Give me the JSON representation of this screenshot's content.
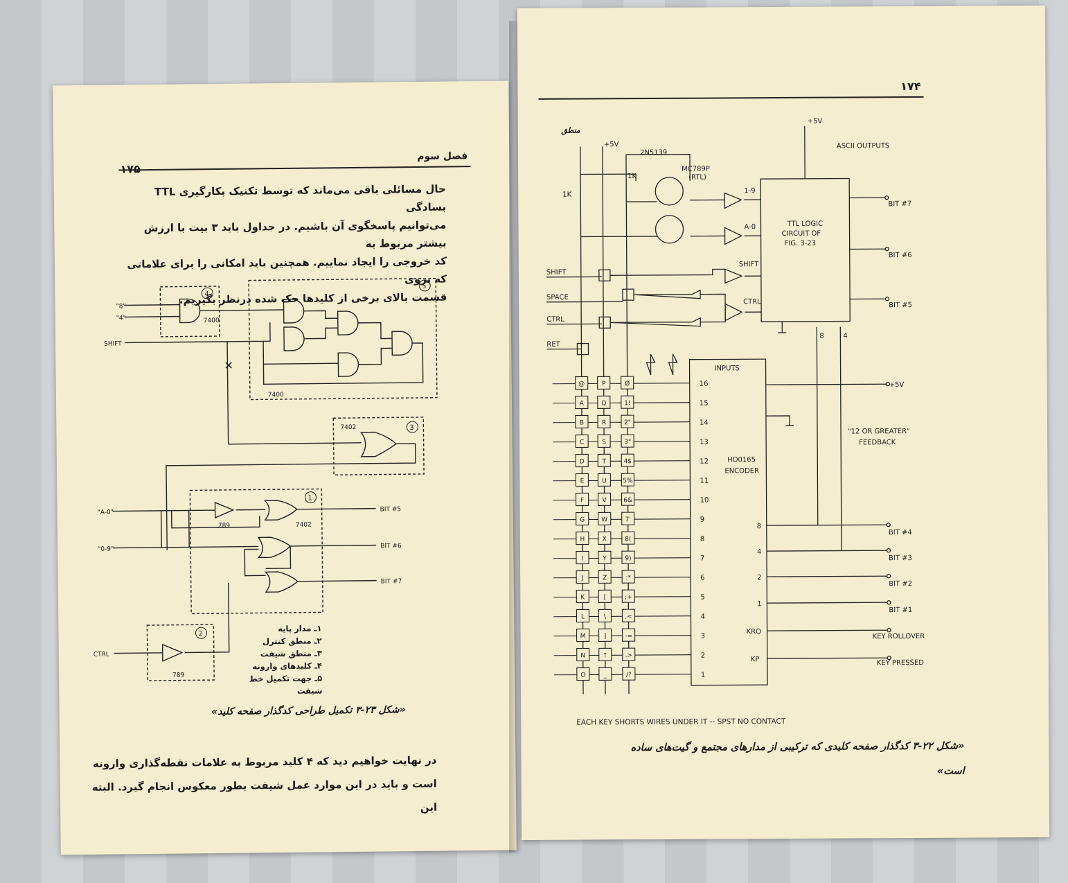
{
  "left_page": {
    "chapter_title": "فصل سوم",
    "page_number": "۱۷۵",
    "paragraph_lines": [
      "حال مسائلی باقی می‌ماند که توسط تکنیک بکارگیری TTL بسادگی",
      "می‌توانیم پاسخگوی آن باشیم. در جداول باید ۳ بیت با ارزش بیشتر مربوط به",
      "کد خروجی را ایجاد نماییم. همچنین باید امکانی را برای علاماتی که بروی",
      "قسمت بالای برخی از کلیدها حک شده درنظر بگیریم."
    ],
    "figure": {
      "inputs": [
        "\"8\"",
        "\"4\"",
        "SHIFT",
        "\"A-0\"",
        "\"0-9\"",
        "CTRL"
      ],
      "outputs": [
        "BIT #5",
        "BIT #6",
        "BIT #7"
      ],
      "chips": [
        "7400",
        "7400",
        "7402",
        "789",
        "7402",
        "789"
      ],
      "blocks": [
        "1",
        "2",
        "3",
        "4",
        "5"
      ],
      "legend": [
        "۱ـ مدار پایه",
        "۲ـ منطق کنترل",
        "۳ـ منطق شیفت",
        "۴ـ کلیدهای وارونه",
        "۵ـ جهت تکمیل خط شیفت"
      ],
      "caption": "«شکل ۲۳-۳ تکمیل طراحی کدگذار صفحه کلید»"
    },
    "bottom_lines": [
      "در نهایت خواهیم دید که ۴ کلید مربوط به علامات نقطه‌گذاری وارونه",
      "است و باید در این موارد عمل شیفت بطور معکوس انجام گیرد. البته این"
    ]
  },
  "right_page": {
    "page_number": "۱۷۴",
    "header_word": "منطق",
    "figure": {
      "supply": "+5V",
      "transistor": "2N5139",
      "inverter_chip": "MC789P",
      "inverter_type": "(RTL)",
      "resistor": "1K",
      "ascii_label": "ASCII OUTPUTS",
      "logic_box": [
        "TTL LOGIC",
        "CIRCUIT OF",
        "FIG. 3-23"
      ],
      "gate_labels": [
        "1-9",
        "A-0",
        "SHIFT",
        "CTRL"
      ],
      "side_inputs": [
        "SHIFT",
        "SPACE",
        "CTRL",
        "RET"
      ],
      "bits_top": [
        "BIT #7",
        "BIT #6",
        "BIT #5"
      ],
      "feedback_pins": [
        "8",
        "4"
      ],
      "encoder_inputs_label": "INPUTS",
      "encoder_name": [
        "HD0165",
        "ENCODER"
      ],
      "encoder_pins": [
        "16",
        "15",
        "14",
        "13",
        "12",
        "11",
        "10",
        "9",
        "8",
        "7",
        "6",
        "5",
        "4",
        "3",
        "2",
        "1"
      ],
      "feedback_note": [
        "\"12 OR GREATER\"",
        "FEEDBACK"
      ],
      "output_pins": [
        "8",
        "4",
        "2",
        "1",
        "KRO",
        "KP"
      ],
      "outputs": [
        "BIT #4",
        "BIT #3",
        "BIT #2",
        "BIT #1",
        "KEY ROLLOVER",
        "KEY PRESSED"
      ],
      "keys_col1": [
        "@",
        "A",
        "B",
        "C",
        "D",
        "E",
        "F",
        "G",
        "H",
        "I",
        "J",
        "K",
        "L",
        "M",
        "N",
        "O"
      ],
      "keys_col2": [
        "P",
        "Q",
        "R",
        "S",
        "T",
        "U",
        "V",
        "W",
        "X",
        "Y",
        "Z",
        "[",
        "\\",
        "]",
        "↑",
        "_"
      ],
      "keys_col3": [
        "Ø",
        "1!",
        "2\"",
        "3\"",
        "4$",
        "5%",
        "6&",
        "7'",
        "8(",
        "9)",
        ":*",
        ";+",
        ",<",
        "-=",
        ".>",
        "/?"
      ],
      "bottom_note": "EACH KEY SHORTS WIRES UNDER IT -- SPST NO CONTACT",
      "caption_line1": "«شکل ۲۲-۳ کدگذار صفحه کلیدی که ترکیبی از مدارهای مجتمع و گیت‌های ساده",
      "caption_line2": "است»"
    }
  }
}
